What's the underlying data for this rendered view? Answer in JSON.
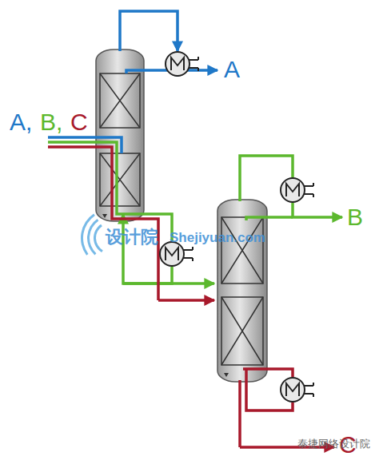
{
  "diagram": {
    "labels": [
      "A,",
      "B,",
      "C",
      "A",
      "B",
      "C",
      "设计院",
      "Shejiyuan.com",
      "泰捷网络设计院"
    ]
  }
}
